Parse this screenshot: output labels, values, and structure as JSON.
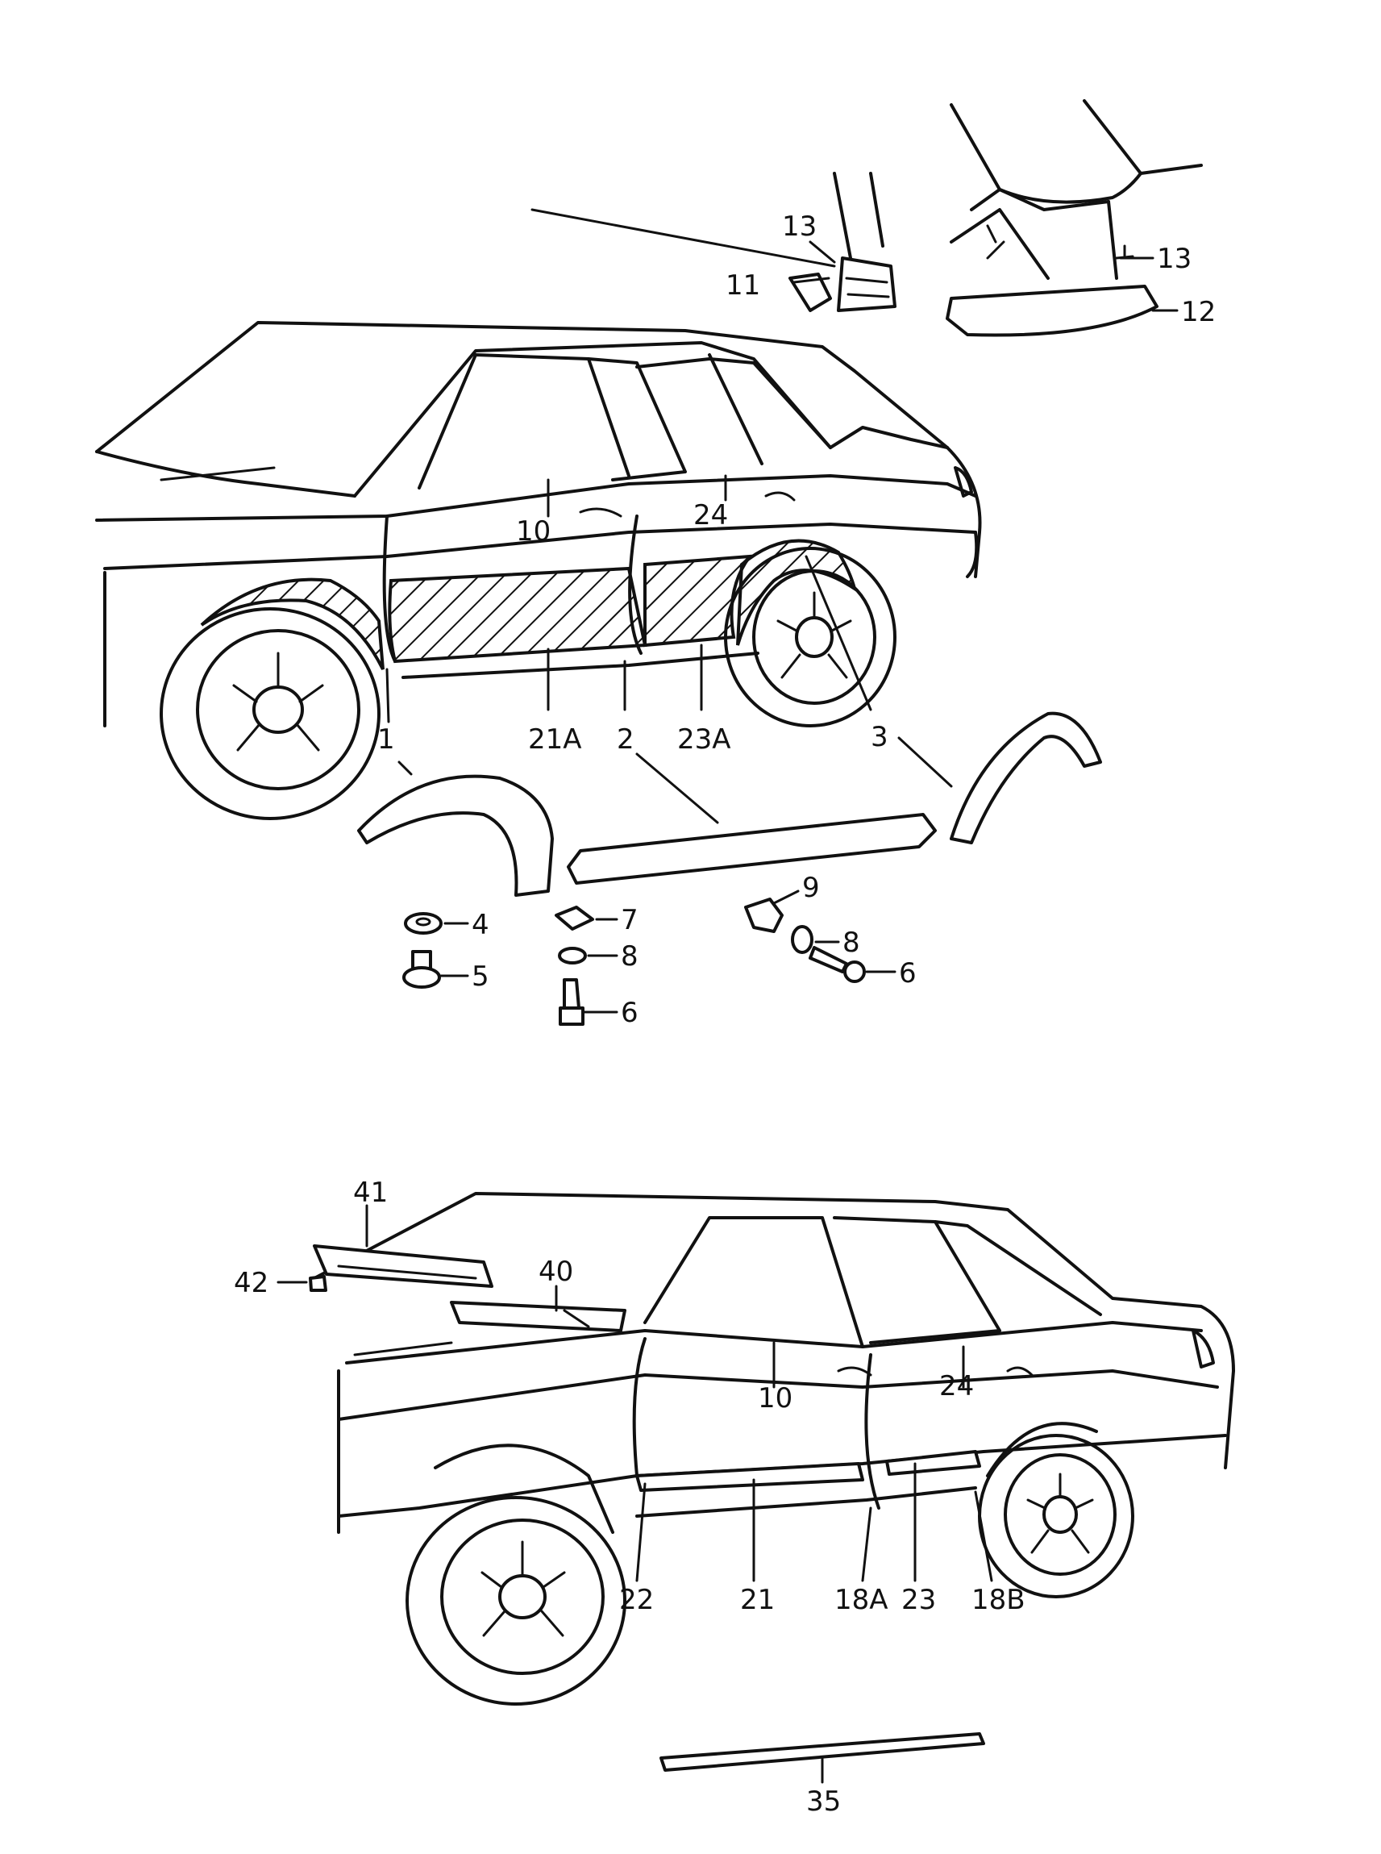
{
  "upper_callouts": {
    "c1": "1",
    "c2": "2",
    "c3": "3",
    "c4": "4",
    "c5": "5",
    "c6a": "6",
    "c6b": "6",
    "c7": "7",
    "c8a": "8",
    "c8b": "8",
    "c9": "9",
    "c10": "10",
    "c11": "11",
    "c12": "12",
    "c13a": "13",
    "c13b": "13",
    "c21A": "21A",
    "c23A": "23A",
    "c24": "24"
  },
  "lower_callouts": {
    "c10": "10",
    "c18A": "18A",
    "c18B": "18B",
    "c21": "21",
    "c22": "22",
    "c23": "23",
    "c24": "24",
    "c35": "35",
    "c40": "40",
    "c41": "41",
    "c42": "42"
  }
}
